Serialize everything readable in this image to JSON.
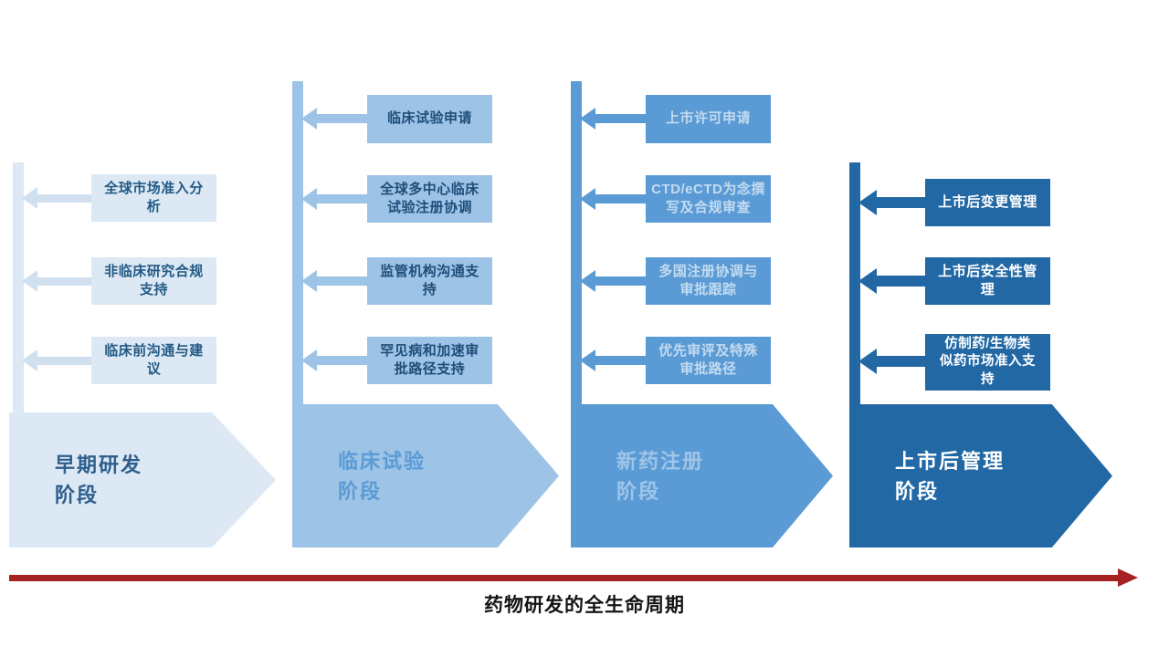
{
  "title": "药物研发的全生命周期",
  "colors": {
    "phase1": "#dce8f4",
    "phase2": "#9dc3e6",
    "phase3": "#5b9bd5",
    "phase4": "#2268a5",
    "timeline_arrow": "#a52222"
  },
  "phases": [
    {
      "name": "早期研发\n阶段",
      "items": [
        "全球市场准入分\n析",
        "非临床研究合规\n支持",
        "临床前沟通与建\n议"
      ]
    },
    {
      "name": "临床试验\n阶段",
      "items": [
        "临床试验申请",
        "全球多中心临床\n试验注册协调",
        "监管机构沟通支\n持",
        "罕见病和加速审\n批路径支持"
      ]
    },
    {
      "name": "新药注册\n阶段",
      "items": [
        "上市许可申请",
        "CTD/eCTD为念撰\n写及合规审查",
        "多国注册协调与\n审批跟踪",
        "优先审评及特殊\n审批路径"
      ]
    },
    {
      "name": "上市后管理\n阶段",
      "items": [
        "上市后变更管理",
        "上市后安全性管\n理",
        "仿制药/生物类\n似药市场准入支\n持"
      ]
    }
  ]
}
